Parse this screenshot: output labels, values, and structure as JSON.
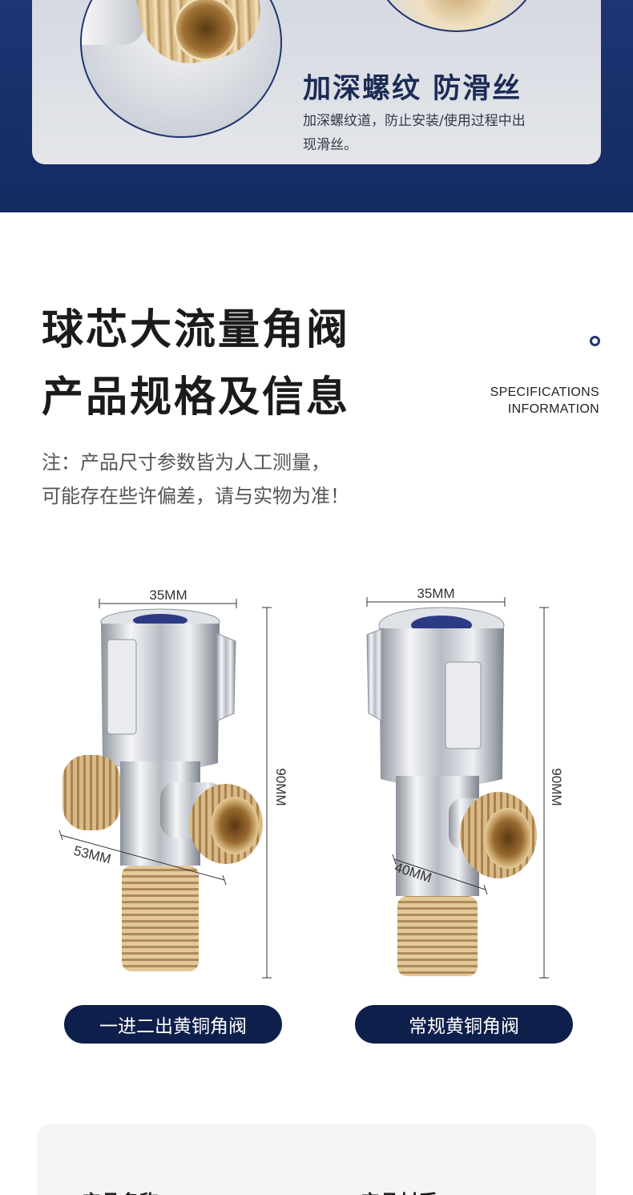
{
  "feature": {
    "title": "加深螺纹 防滑丝",
    "description": "加深螺纹道，防止安装/使用过程中出现滑丝。"
  },
  "specs": {
    "title_line1": "球芯大流量角阀",
    "title_line2": "产品规格及信息",
    "en_line1": "SPECIFICATIONS",
    "en_line2": "INFORMATION",
    "note_line1": "注：产品尺寸参数皆为人工测量，",
    "note_line2": "可能存在些许偏差，请与实物为准！"
  },
  "products": [
    {
      "name": "一进二出黄铜角阀",
      "width_label": "35MM",
      "height_label": "90MM",
      "depth_label": "53MM"
    },
    {
      "name": "常规黄铜角阀",
      "width_label": "35MM",
      "height_label": "90MM",
      "depth_label": "40MM"
    }
  ],
  "info": {
    "name_label": "产品名称",
    "material_label": "产品材质"
  },
  "colors": {
    "navy": "#0f1f4b",
    "band": "#1d3575",
    "brass": "#d4b07a",
    "chrome": "#c9ccd2"
  }
}
